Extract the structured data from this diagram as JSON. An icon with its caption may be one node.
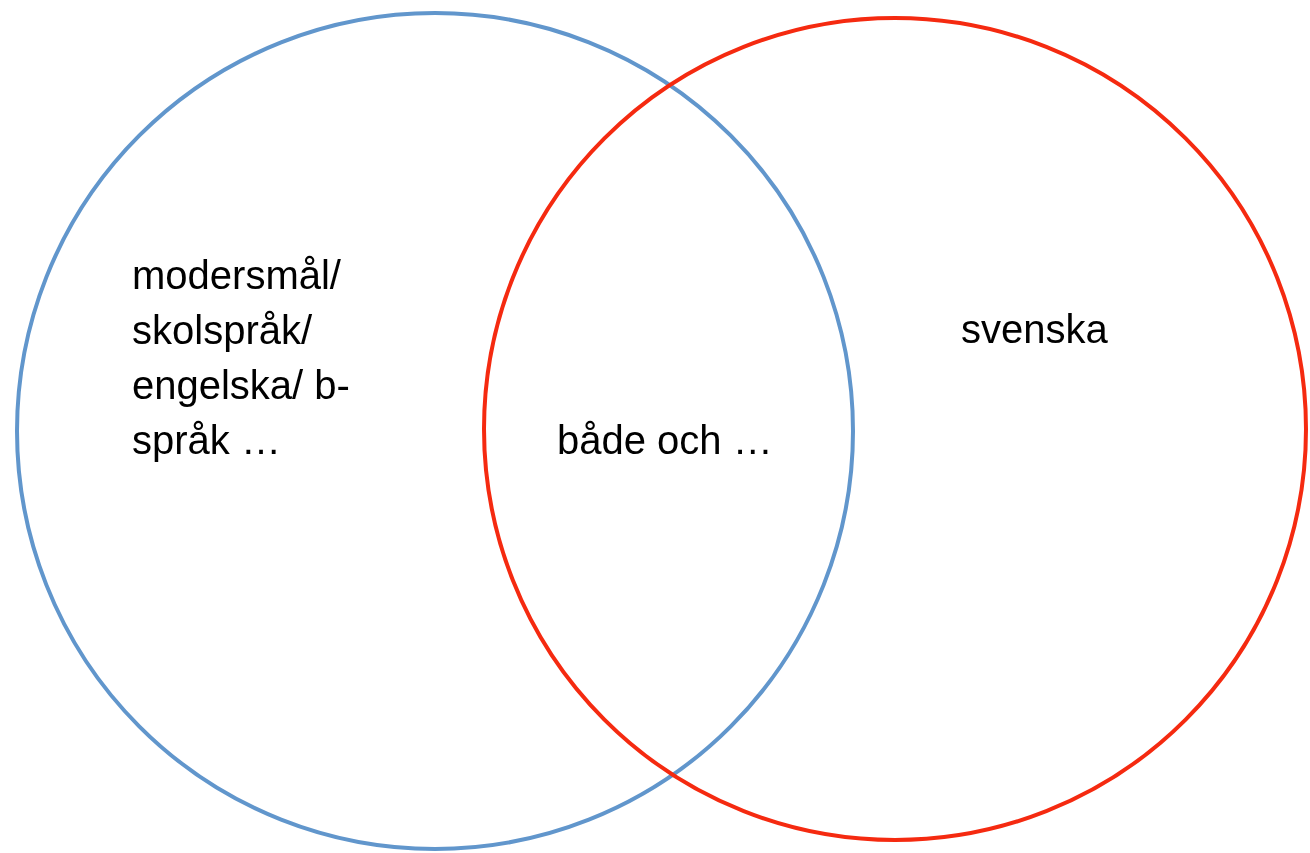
{
  "diagram": {
    "nodes": [
      {
        "text": [
          "modersmål/ skolspråk/ engelska/ b-språk …"
        ]
      },
      {
        "text": [
          "svenska"
        ]
      }
    ],
    "labels": [
      "både och …"
    ]
  }
}
